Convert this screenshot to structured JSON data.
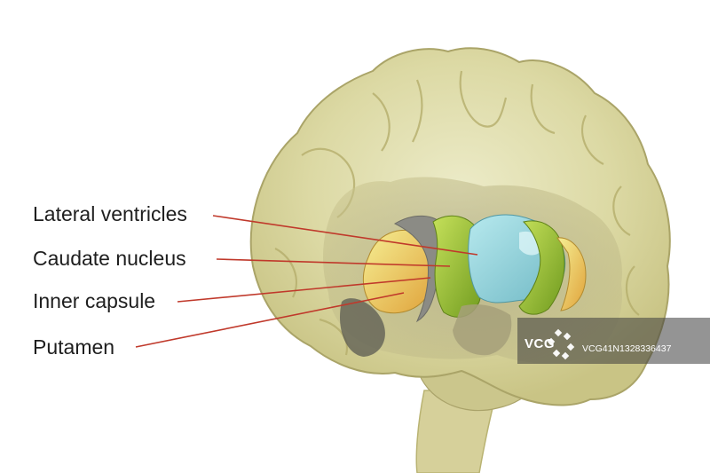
{
  "labels": [
    "Lateral ventricles",
    "Caudate nucleus",
    "Inner capsule",
    "Putamen"
  ],
  "watermark": {
    "brand": "VCG",
    "id": "VCG41N1328336437"
  },
  "colors": {
    "brain_tissue": "#d8d59c",
    "ventricle": "#8fd3dc",
    "caudate": "#9cc43a",
    "putamen": "#e9e071",
    "capsule": "#8c8c8c",
    "leader_line": "#c0392b",
    "label_text": "#1e1e1e"
  }
}
